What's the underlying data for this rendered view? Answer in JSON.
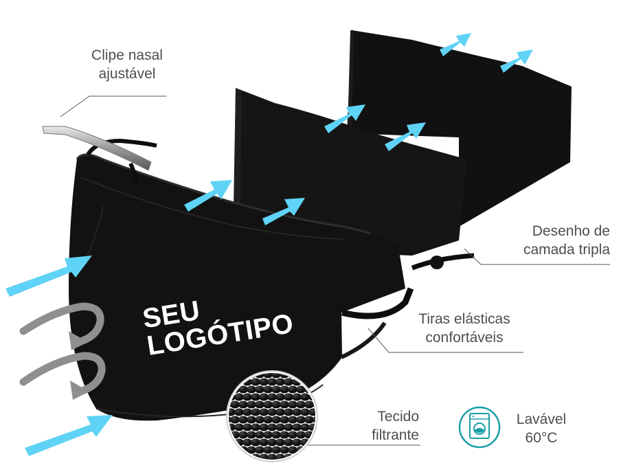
{
  "labels": {
    "nose_clip": [
      "Clipe nasal",
      "ajustável"
    ],
    "triple_layer": [
      "Desenho de",
      "camada tripla"
    ],
    "elastic_straps": [
      "Tiras elásticas",
      "confortáveis"
    ],
    "filter_fabric": [
      "Tecido",
      "filtrante"
    ],
    "washable": [
      "Lavável",
      "60°C"
    ]
  },
  "mask_print": [
    "SEU",
    "LOGÓTIPO"
  ],
  "colors": {
    "mask": "#121212",
    "airflow_arrow": "#5fd3f5",
    "exhaust_arrow": "#8f8f8f",
    "wash_icon": "#1a9ea8",
    "leader_line": "#555555"
  },
  "icons": [
    "washing-machine-icon",
    "airflow-arrow-icon",
    "recirculation-arrow-icon",
    "nose-clip-icon",
    "fabric-texture-icon"
  ]
}
